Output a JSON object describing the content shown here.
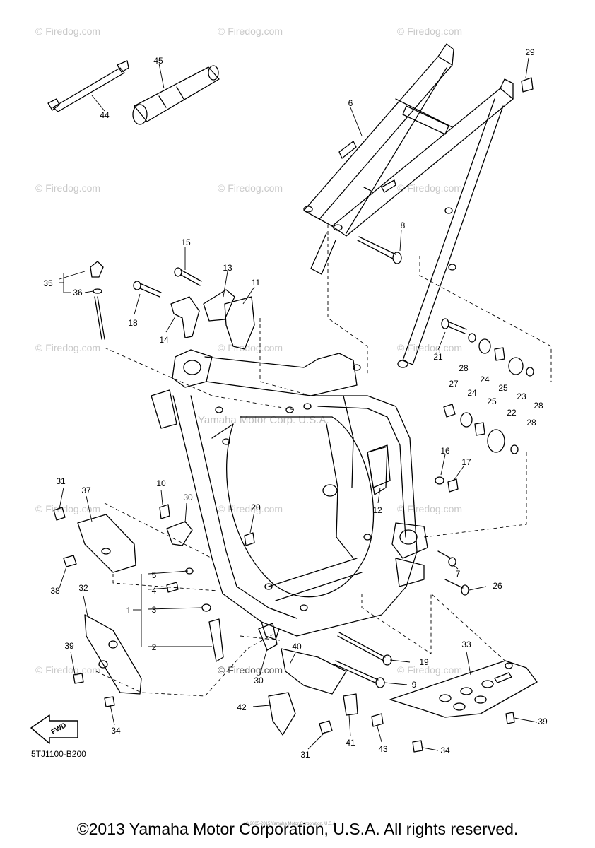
{
  "diagram_code": "5TJ1100-B200",
  "fwd_label": "FWD",
  "copyright": "©2013 Yamaha Motor Corporation, U.S.A. All rights reserved.",
  "center_watermark": "Yamaha Motor Corp. U.S.A.",
  "watermark_text": "© Firedog.com",
  "small_print": "(c) 2005-2015 Yamaha Motor Corporation, U.S.A.",
  "colors": {
    "line": "#000000",
    "watermark": "#c9c9c9",
    "background": "#ffffff"
  },
  "icons": [
    "fwd-arrow-icon"
  ],
  "callouts": {
    "n1": "1",
    "n2": "2",
    "n3": "3",
    "n4": "4",
    "n5": "5",
    "n6": "6",
    "n7": "7",
    "n8": "8",
    "n9": "9",
    "n10": "10",
    "n11": "11",
    "n12": "12",
    "n13": "13",
    "n14": "14",
    "n15": "15",
    "n16": "16",
    "n17": "17",
    "n18": "18",
    "n19": "19",
    "n20": "20",
    "n21": "21",
    "n22": "22",
    "n23": "23",
    "n24a": "24",
    "n24b": "24",
    "n25a": "25",
    "n25b": "25",
    "n26": "26",
    "n27": "27",
    "n28a": "28",
    "n28b": "28",
    "n28c": "28",
    "n29": "29",
    "n30a": "30",
    "n30b": "30",
    "n31a": "31",
    "n31b": "31",
    "n32": "32",
    "n33": "33",
    "n34a": "34",
    "n34b": "34",
    "n35": "35",
    "n36": "36",
    "n37": "37",
    "n38": "38",
    "n39a": "39",
    "n39b": "39",
    "n40": "40",
    "n41": "41",
    "n42": "42",
    "n43": "43",
    "n44": "44",
    "n45": "45"
  }
}
